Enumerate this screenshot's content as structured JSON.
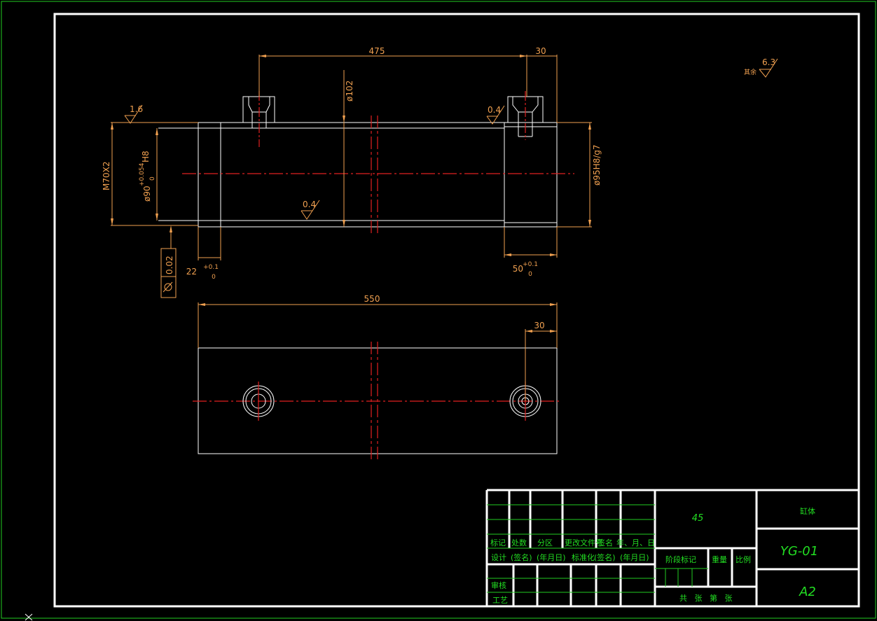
{
  "drawing": {
    "dims": {
      "d475": "475",
      "d30_top": "30",
      "d102": "ø102",
      "rough_1_6": "1.6",
      "rough_0_4_a": "0.4",
      "rough_0_4_b": "0.4",
      "m70": "M70X2",
      "d90_base": "ø90",
      "d90_tol_upper": "+0.054",
      "d90_tol_lower": "0",
      "d90_fit": "H8",
      "d95": "ø95H8/g7",
      "tol_value": "0.02",
      "d22": "22",
      "d22_upper": "+0.1",
      "d22_lower": "0",
      "d50": "50",
      "d50_upper": "+0.1",
      "d50_lower": "0",
      "d550": "550",
      "d30_bottom": "30"
    },
    "roughness_note": {
      "label": "其余",
      "value": "6.3"
    }
  },
  "title_block": {
    "material": "45",
    "part_name": "缸体",
    "drawing_no": "YG-01",
    "sheet_size": "A2",
    "row_labels": [
      "标记",
      "处数",
      "分区",
      "更改文件号",
      "签名",
      "年、月、日"
    ],
    "design_row": [
      "设计",
      "(签名)",
      "(年月日)",
      "标准化",
      "(签名)",
      "(年月日)"
    ],
    "review": "审核",
    "process": "工艺",
    "stage_mark": "阶段标记",
    "weight": "重量",
    "scale": "比例",
    "sheets": "共   张   第   张"
  }
}
